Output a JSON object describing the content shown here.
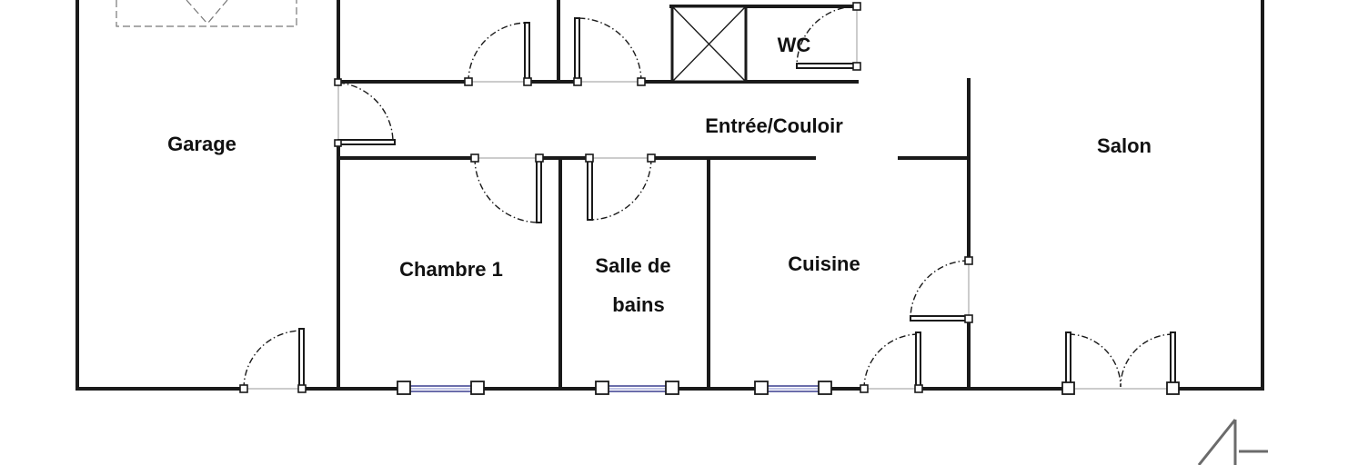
{
  "rooms": {
    "garage": "Garage",
    "wc": "WC",
    "entree": "Entrée/Couloir",
    "salon": "Salon",
    "chambre1": "Chambre 1",
    "salle_de_bains_line1": "Salle de",
    "salle_de_bains_line2": "bains",
    "cuisine": "Cuisine"
  },
  "colors": {
    "wall": "#1a1a1a",
    "window": "#3a3f8f",
    "logo": "#6b6b6b"
  }
}
